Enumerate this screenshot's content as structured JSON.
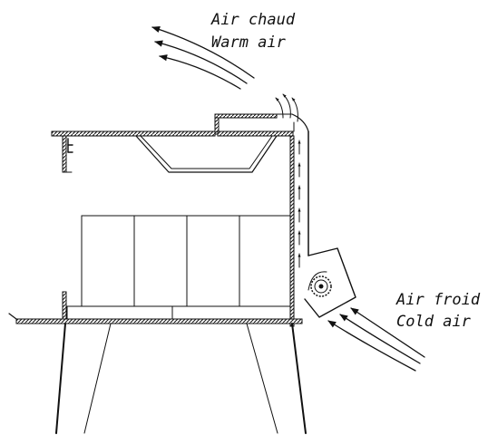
{
  "labels": {
    "warm_fr": "Air chaud",
    "warm_en": "Warm air",
    "cold_fr": "Air froid",
    "cold_en": "Cold air"
  },
  "colors": {
    "ink": "#111111",
    "background": "#ffffff"
  }
}
